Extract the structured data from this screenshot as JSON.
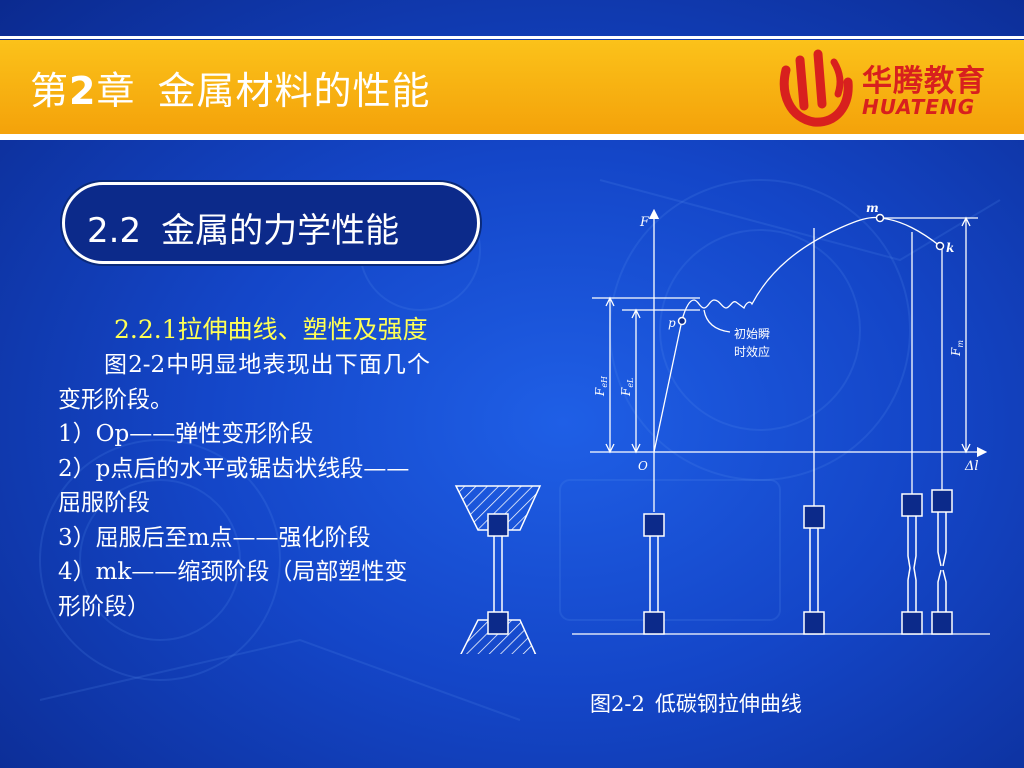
{
  "header": {
    "chapter_prefix": "第",
    "chapter_number": "2",
    "chapter_suffix": "章",
    "chapter_name": "金属材料的性能",
    "accent_color": "#f4a20a"
  },
  "logo": {
    "name_cn": "华腾教育",
    "name_en": "HUATENG",
    "color": "#d8201e"
  },
  "section": {
    "number": "2.2",
    "title": "金属的力学性能"
  },
  "content": {
    "subheading": "2.2.1拉伸曲线、塑性及强度",
    "intro": "图2-2中明显地表现出下面几个变形阶段。",
    "items": [
      "1）Op——弹性变形阶段",
      "2）p点后的水平或锯齿状线段——屈服阶段",
      "3）屈服后至m点——强化阶段",
      "4）mk——缩颈阶段（局部塑性变形阶段）"
    ]
  },
  "figure": {
    "caption_number": "图2-2",
    "caption_text": "低碳钢拉伸曲线",
    "labels": {
      "y_axis": "F",
      "x_axis": "Δl",
      "origin": "O",
      "point_p": "p",
      "point_m": "m",
      "point_k": "k",
      "annotation_line1": "初始瞬",
      "annotation_line2": "时效应",
      "feh_main": "F",
      "feh_sub": "eH",
      "fel_main": "F",
      "fel_sub": "eL",
      "fm_main": "F",
      "fm_sub": "m"
    }
  }
}
